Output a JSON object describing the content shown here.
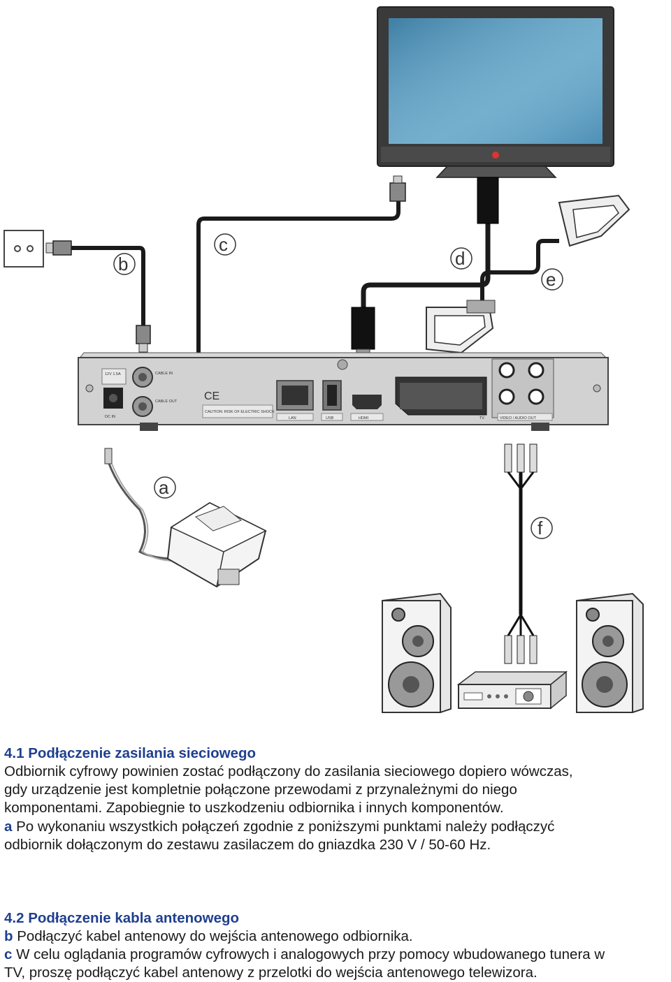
{
  "diagram": {
    "labels": {
      "a": "a",
      "b": "b",
      "c": "c",
      "d": "d",
      "e": "e",
      "f": "f"
    },
    "panel": {
      "dc_in": "DC IN",
      "dc_spec": "12V 1.5A",
      "cable_in": "CABLE IN",
      "cable_out": "CABLE OUT",
      "ce": "CE",
      "warning": "CAUTION: RISK OF ELECTRIC SHOCK",
      "lan": "LAN",
      "usb": "USB",
      "hdmi": "HDMI",
      "tv": "TV",
      "video_audio_out": "VIDEO / AUDIO OUT"
    }
  },
  "section_41": {
    "heading": "4.1 Podłączenie zasilania sieciowego",
    "body_line1": "Odbiornik cyfrowy powinien zostać podłączony do zasilania sieciowego dopiero wówczas,",
    "body_line2": "gdy urządzenie jest kompletnie połączone przewodami z przynależnymi do niego",
    "body_line3": "komponentami. Zapobiegnie to uszkodzeniu odbiornika i innych komponentów.",
    "item_a_letter": "a",
    "item_a_line1": " Po wykonaniu wszystkich połączeń zgodnie z poniższymi punktami należy podłączyć",
    "item_a_line2": "odbiornik dołączonym do zestawu zasilaczem do gniazdka 230 V / 50-60 Hz."
  },
  "section_42": {
    "heading": "4.2 Podłączenie kabla antenowego",
    "item_b_letter": "b",
    "item_b_text": " Podłączyć kabel antenowy do wejścia antenowego odbiornika.",
    "item_c_letter": "c",
    "item_c_line1": " W celu oglądania programów cyfrowych i analogowych przy pomocy wbudowanego tunera w",
    "item_c_line2": "TV, proszę podłączyć kabel antenowy z przelotki do wejścia antenowego telewizora."
  }
}
